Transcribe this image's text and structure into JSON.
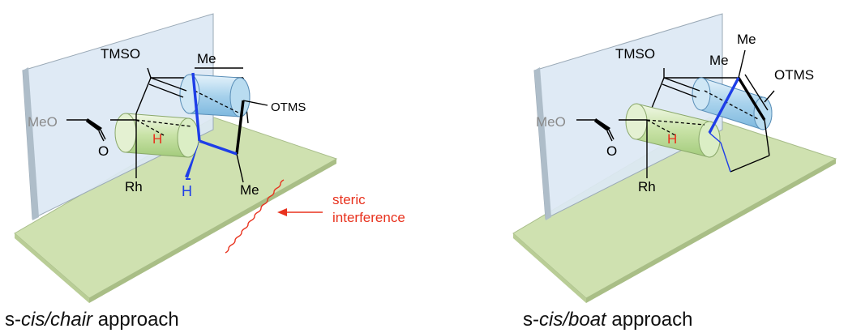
{
  "colors": {
    "plane_fill": "#cfe1b0",
    "wall_fill": "#dce8f4",
    "cyl_blue": "#a8d2ec",
    "cyl_green": "#c8e2a6",
    "highlight_bond": "#1e3ee8",
    "hydrogen_red": "#e8321e",
    "methoxy_grey": "#8a8a8a"
  },
  "left": {
    "labels": {
      "tmso": "TMSO",
      "me_top": "Me",
      "otms": "OTMS",
      "meo": "MeO",
      "o": "O",
      "h_red": "H",
      "rh": "Rh",
      "h_blue": "H",
      "me_bottom": "Me"
    },
    "callout_line1": "steric",
    "callout_line2": "interference",
    "caption_pre": "s-",
    "caption_em": "cis/chair",
    "caption_post": " approach"
  },
  "right": {
    "labels": {
      "tmso": "TMSO",
      "me_top": "Me",
      "me_inner": "Me",
      "otms": "OTMS",
      "meo": "MeO",
      "o": "O",
      "h_red": "H",
      "rh": "Rh"
    },
    "caption_pre": "s-",
    "caption_em": "cis/boat",
    "caption_post": " approach"
  }
}
